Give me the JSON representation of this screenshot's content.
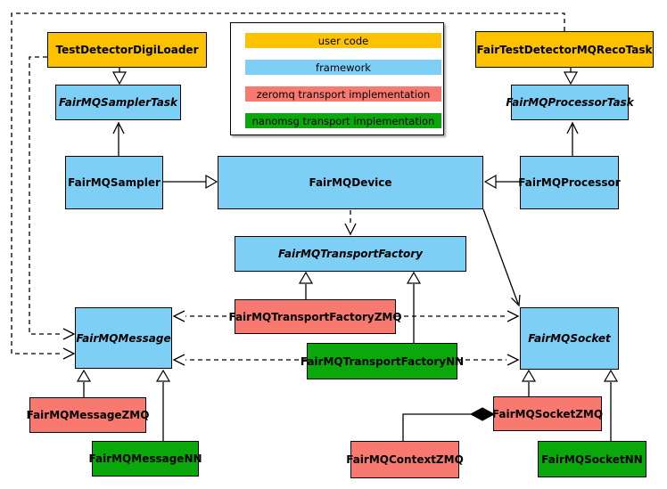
{
  "colors": {
    "user-code": "#FCC200",
    "framework": "#7DCFF5",
    "zeromq": "#F8796F",
    "nanomsg": "#0AA80A",
    "edge": "#000000",
    "background": "#FFFFFF"
  },
  "legend": {
    "items": [
      {
        "label": "user code",
        "type": "user-code"
      },
      {
        "label": "framework",
        "type": "framework"
      },
      {
        "label": "zeromq transport implementation",
        "type": "zeromq"
      },
      {
        "label": "nanomsg transport implementation",
        "type": "nanomsg"
      }
    ]
  },
  "nodes": {
    "testDetectorDigiLoader": {
      "label": "TestDetectorDigiLoader",
      "type": "user-code",
      "abstract": false
    },
    "fairTestDetectorMQRecoTask": {
      "label": "FairTestDetectorMQRecoTask",
      "type": "user-code",
      "abstract": false
    },
    "fairMQSamplerTask": {
      "label": "FairMQSamplerTask",
      "type": "framework",
      "abstract": true
    },
    "fairMQProcessorTask": {
      "label": "FairMQProcessorTask",
      "type": "framework",
      "abstract": true
    },
    "fairMQSampler": {
      "label": "FairMQSampler",
      "type": "framework",
      "abstract": false
    },
    "fairMQDevice": {
      "label": "FairMQDevice",
      "type": "framework",
      "abstract": false
    },
    "fairMQProcessor": {
      "label": "FairMQProcessor",
      "type": "framework",
      "abstract": false
    },
    "fairMQTransportFactory": {
      "label": "FairMQTransportFactory",
      "type": "framework",
      "abstract": true
    },
    "fairMQTransportFactoryZMQ": {
      "label": "FairMQTransportFactoryZMQ",
      "type": "zeromq",
      "abstract": false
    },
    "fairMQTransportFactoryNN": {
      "label": "FairMQTransportFactoryNN",
      "type": "nanomsg",
      "abstract": false
    },
    "fairMQMessage": {
      "label": "FairMQMessage",
      "type": "framework",
      "abstract": true
    },
    "fairMQSocket": {
      "label": "FairMQSocket",
      "type": "framework",
      "abstract": true
    },
    "fairMQMessageZMQ": {
      "label": "FairMQMessageZMQ",
      "type": "zeromq",
      "abstract": false
    },
    "fairMQMessageNN": {
      "label": "FairMQMessageNN",
      "type": "nanomsg",
      "abstract": false
    },
    "fairMQSocketZMQ": {
      "label": "FairMQSocketZMQ",
      "type": "zeromq",
      "abstract": false
    },
    "fairMQSocketNN": {
      "label": "FairMQSocketNN",
      "type": "nanomsg",
      "abstract": false
    },
    "fairMQContextZMQ": {
      "label": "FairMQContextZMQ",
      "type": "zeromq",
      "abstract": false
    }
  }
}
